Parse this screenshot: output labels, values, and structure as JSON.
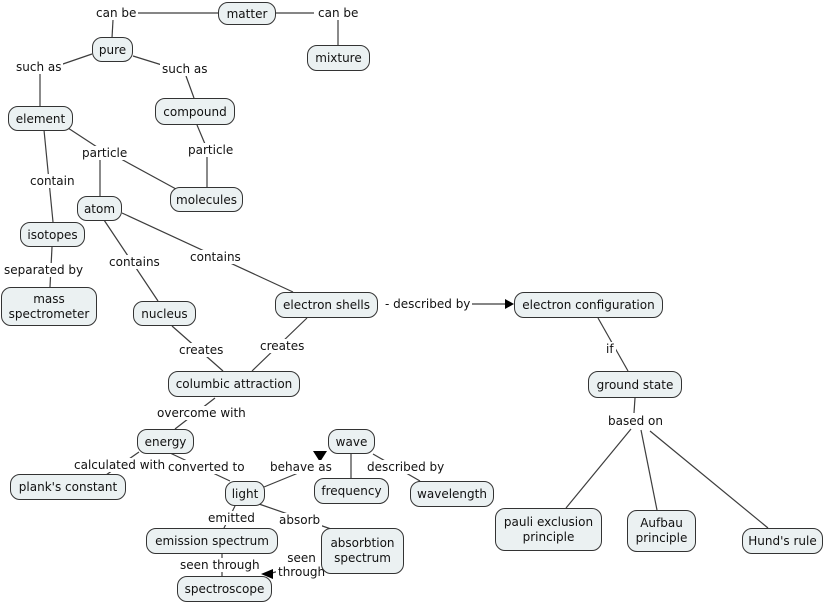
{
  "colors": {
    "background": "#ffffff",
    "node_fill": "#ebf1f2",
    "node_border": "#333333",
    "edge_line": "#3d3d3d",
    "text": "#111111"
  },
  "nodes": {
    "matter": {
      "label": "matter"
    },
    "pure": {
      "label": "pure"
    },
    "mixture": {
      "label": "mixture"
    },
    "element": {
      "label": "element"
    },
    "compound": {
      "label": "compound"
    },
    "molecules": {
      "label": "molecules"
    },
    "atom": {
      "label": "atom"
    },
    "isotopes": {
      "label": "isotopes"
    },
    "mass_spectrometer": {
      "label": "mass spectrometer"
    },
    "nucleus": {
      "label": "nucleus"
    },
    "electron_shells": {
      "label": "electron shells"
    },
    "electron_configuration": {
      "label": "electron configuration"
    },
    "columbic_attraction": {
      "label": "columbic attraction"
    },
    "ground_state": {
      "label": "ground state"
    },
    "energy": {
      "label": "energy"
    },
    "wave": {
      "label": "wave"
    },
    "planks_constant": {
      "label": "plank's constant"
    },
    "light": {
      "label": "light"
    },
    "frequency": {
      "label": "frequency"
    },
    "wavelength": {
      "label": "wavelength"
    },
    "emission_spectrum": {
      "label": "emission spectrum"
    },
    "absorbtion_spectrum": {
      "label": "absorbtion spectrum"
    },
    "spectroscope": {
      "label": "spectroscope"
    },
    "pauli_exclusion": {
      "label": "pauli exclusion principle"
    },
    "aufbau": {
      "label": "Aufbau principle"
    },
    "hunds_rule": {
      "label": "Hund's rule"
    }
  },
  "labels": {
    "canbe_left": "can be",
    "canbe_right": "can be",
    "suchas_left": "such as",
    "suchas_right": "such as",
    "particle_left": "particle",
    "particle_right": "particle",
    "contain": "contain",
    "contains_left": "contains",
    "contains_right": "contains",
    "separated_by": "separated by",
    "dash_described_by": "- described by",
    "creates_left": "creates",
    "creates_right": "creates",
    "if_label": "if",
    "based_on": "based on",
    "overcome_with": "overcome with",
    "calculated_with": "calculated with",
    "converted_to": "converted to",
    "behave_as": "behave as",
    "described_by": "described by",
    "emitted": "emitted",
    "absorb": "absorb",
    "seen_through_left": "seen through",
    "seen_through_right": "seen\nthrough"
  }
}
